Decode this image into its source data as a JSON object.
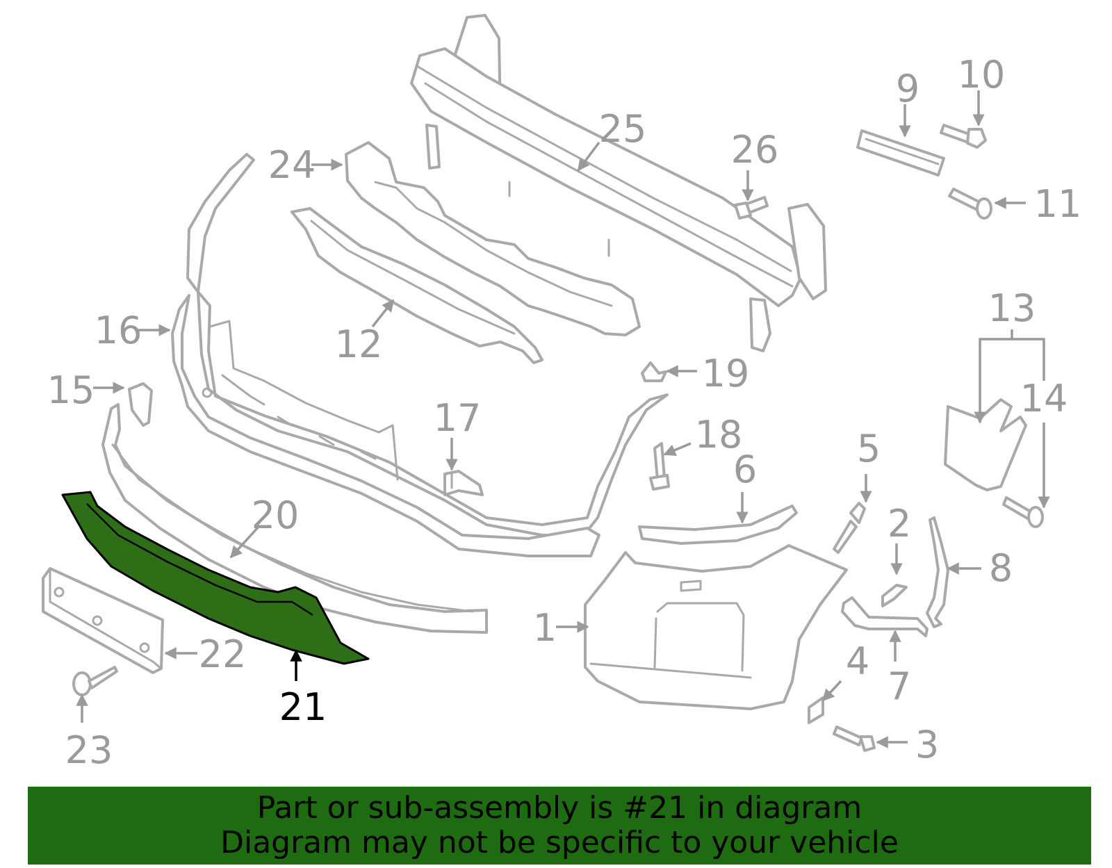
{
  "highlighted_part": "21",
  "colors": {
    "highlight_fill": "#2e6e17",
    "banner_background": "#1e6b12",
    "part_outline": "#a9a9a9",
    "callout_text": "#9a9a9a"
  },
  "callouts": {
    "c1": "1",
    "c2": "2",
    "c3": "3",
    "c4": "4",
    "c5": "5",
    "c6": "6",
    "c7": "7",
    "c8": "8",
    "c9": "9",
    "c10": "10",
    "c11": "11",
    "c12": "12",
    "c13": "13",
    "c14": "14",
    "c15": "15",
    "c16": "16",
    "c17": "17",
    "c18": "18",
    "c19": "19",
    "c20": "20",
    "c21": "21",
    "c22": "22",
    "c23": "23",
    "c24": "24",
    "c25": "25",
    "c26": "26"
  },
  "banner": {
    "line1": "Part or sub-assembly is #21 in diagram",
    "line2": "Diagram may not be specific to your vehicle"
  }
}
